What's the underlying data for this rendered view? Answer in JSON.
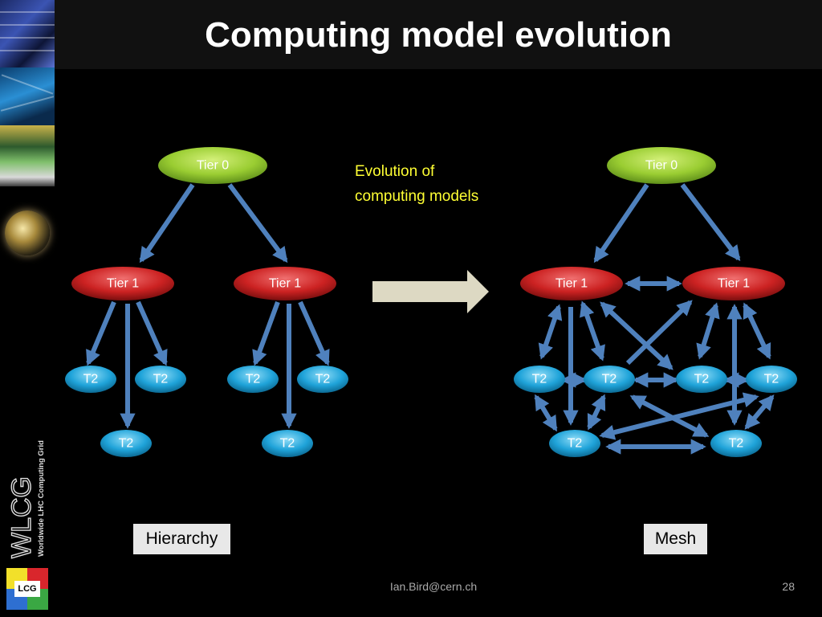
{
  "slide": {
    "title": "Computing model evolution",
    "annotation_lines": [
      "Evolution of",
      "computing models"
    ],
    "footer_email": "Ian.Bird@cern.ch",
    "page_number": "28"
  },
  "hierarchy": {
    "caption": "Hierarchy",
    "tier0_label": "Tier 0",
    "tier1_labels": [
      "Tier 1",
      "Tier 1"
    ],
    "t2_labels": [
      "T2",
      "T2",
      "T2",
      "T2",
      "T2",
      "T2"
    ]
  },
  "mesh": {
    "caption": "Mesh",
    "tier0_label": "Tier 0",
    "tier1_labels": [
      "Tier 1",
      "Tier 1"
    ],
    "t2_labels": [
      "T2",
      "T2",
      "T2",
      "T2",
      "T2",
      "T2"
    ]
  },
  "sidebar": {
    "logo_text": "WLCG",
    "logo_subtext": "Worldwide LHC Computing Grid",
    "badge_text": "LCG"
  },
  "colors": {
    "tier0": "#9acd32",
    "tier1": "#cc2222",
    "t2": "#1fa3d9",
    "arrow": "#4f81bd",
    "annotation": "#ffff33",
    "big_arrow": "#ddd9c3"
  }
}
